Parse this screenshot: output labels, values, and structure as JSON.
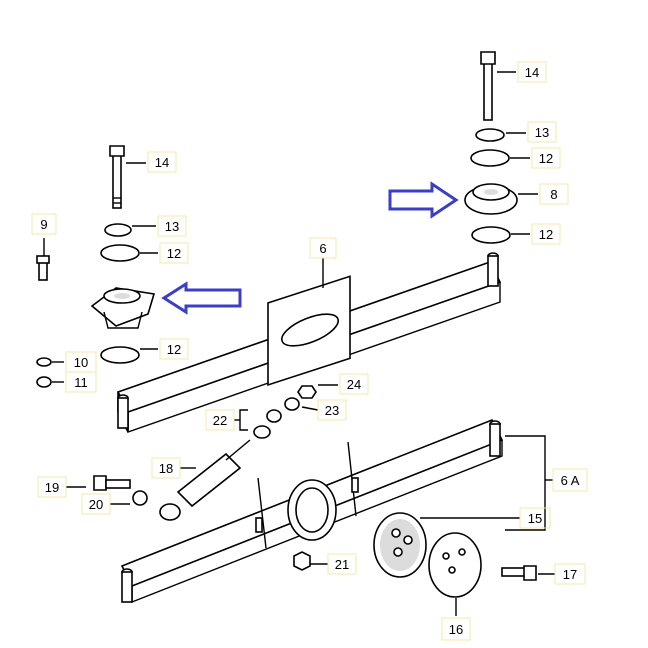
{
  "callouts": {
    "c14a": "14",
    "c13a": "13",
    "c12a": "12",
    "c8": "8",
    "c12b": "12",
    "c14b": "14",
    "c13b": "13",
    "c12c": "12",
    "c9": "9",
    "c12d": "12",
    "c10": "10",
    "c11": "11",
    "c6": "6",
    "c24": "24",
    "c22": "22",
    "c23": "23",
    "c18": "18",
    "c19": "19",
    "c20": "20",
    "c6a": "6 A",
    "c15": "15",
    "c21": "21",
    "c17": "17",
    "c16": "16"
  },
  "colors": {
    "arrow": "#3a3fc4",
    "label_box": "#f4e9a8"
  }
}
